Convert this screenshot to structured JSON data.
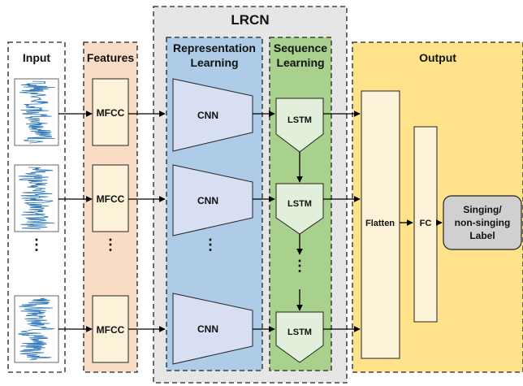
{
  "title": "LRCN",
  "sections": {
    "input": "Input",
    "features": "Features",
    "representation": [
      "Representation",
      "Learning"
    ],
    "sequence": [
      "Sequence",
      "Learning"
    ],
    "output": "Output"
  },
  "rows": [
    {
      "feature": "MFCC",
      "rep": "CNN",
      "seq": "LSTM"
    },
    {
      "feature": "MFCC",
      "rep": "CNN",
      "seq": "LSTM"
    },
    {
      "feature": "MFCC",
      "rep": "CNN",
      "seq": "LSTM"
    }
  ],
  "ellipsis": "⋮",
  "flatten_label": "Flatten",
  "fc_label": "FC",
  "result_label": [
    "Singing/",
    "non-singing",
    "Label"
  ],
  "colors": {
    "features_bg": "#f8dcc6",
    "representation_bg": "#aecbe8",
    "sequence_bg": "#a9d18e",
    "output_bg": "#ffe28a",
    "lrcn_bg": "#e6e6e6",
    "box_fill": "#fbf2d8",
    "cnn_fill": "#d8dff2",
    "lstm_fill": "#e2efda",
    "result_fill": "#d0d0d0",
    "waveform": "#2e75b6"
  }
}
